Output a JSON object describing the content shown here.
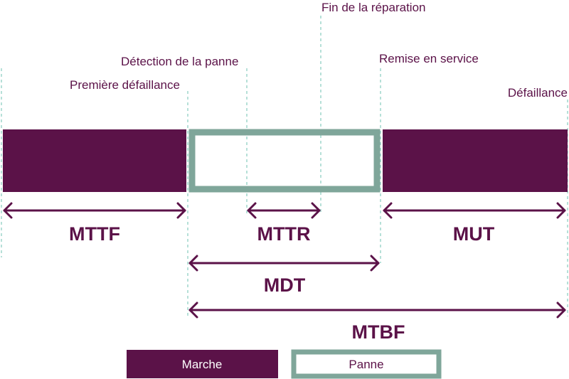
{
  "colors": {
    "marche": "#5b1248",
    "panne": "#7fa69a",
    "guide": "#8ed0c4"
  },
  "events": {
    "premiere_defaillance": "Première défaillance",
    "detection": "Détection de la panne",
    "fin_reparation": "Fin de la réparation",
    "remise_service": "Remise en service",
    "defaillance": "Défaillance"
  },
  "intervals": {
    "mttf": "MTTF",
    "mttr": "MTTR",
    "mut": "MUT",
    "mdt": "MDT",
    "mtbf": "MTBF"
  },
  "legend": {
    "marche": "Marche",
    "panne": "Panne"
  }
}
